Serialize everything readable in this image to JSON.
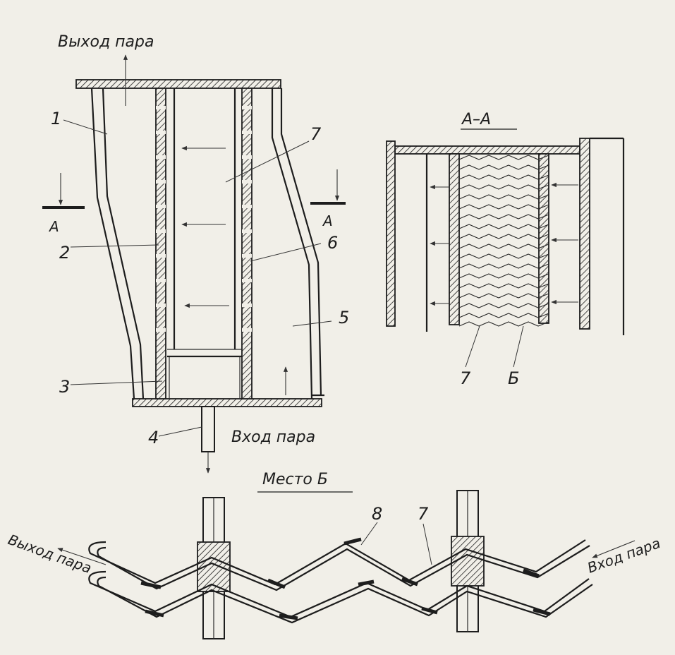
{
  "labels": {
    "steam_out_top": "Выход пара",
    "steam_in_bottom": "Вход пара",
    "section_title": "А–А",
    "section_mark_left": "А",
    "section_mark_right": "А",
    "detail_title": "Место Б",
    "detail_steam_out": "Выход пара",
    "detail_steam_in": "Вход пара"
  },
  "callouts": {
    "n1": "1",
    "n2": "2",
    "n3": "3",
    "n4": "4",
    "n5": "5",
    "n6": "6",
    "n7": "7",
    "aa7": "7",
    "aaB": "Б",
    "d8": "8",
    "d7": "7"
  },
  "colors": {
    "ink": "#1d1d1d",
    "paper": "#f1efe8"
  }
}
